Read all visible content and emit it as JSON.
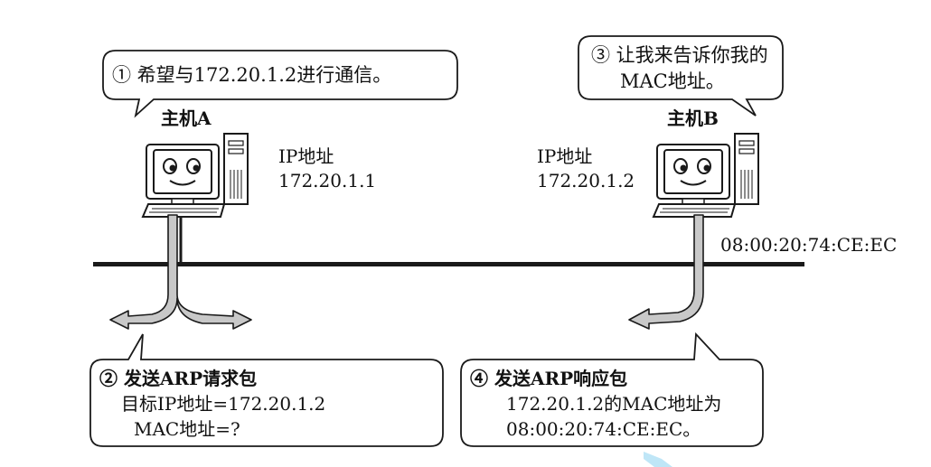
{
  "bubbles": {
    "host_a_speech": {
      "text": "① 希望与172.20.1.2进行通信。"
    },
    "host_b_speech": {
      "line1": "③ 让我来告诉你我的",
      "line2": "MAC地址。"
    },
    "arp_request": {
      "title": "② 发送ARP请求包",
      "line1": "目标IP地址=172.20.1.2",
      "line2": "MAC地址=?"
    },
    "arp_reply": {
      "title": "④ 发送ARP响应包",
      "line1": "172.20.1.2的MAC地址为",
      "line2": "08:00:20:74:CE:EC。"
    }
  },
  "host_a": {
    "label": "主机A",
    "ip_label": "IP地址",
    "ip_value": "172.20.1.1"
  },
  "host_b": {
    "label": "主机B",
    "ip_label": "IP地址",
    "ip_value": "172.20.1.2",
    "mac_value": "08:00:20:74:CE:EC"
  },
  "colors": {
    "outline": "#1a1a1a",
    "arrow_fill": "#c8c8c8",
    "bus": "#1a1a1a",
    "accent_mark": "#bfe6f7"
  },
  "icons": {
    "computer": "computer-face-icon",
    "tower": "tower-case-icon",
    "keyboard": "keyboard-icon"
  }
}
